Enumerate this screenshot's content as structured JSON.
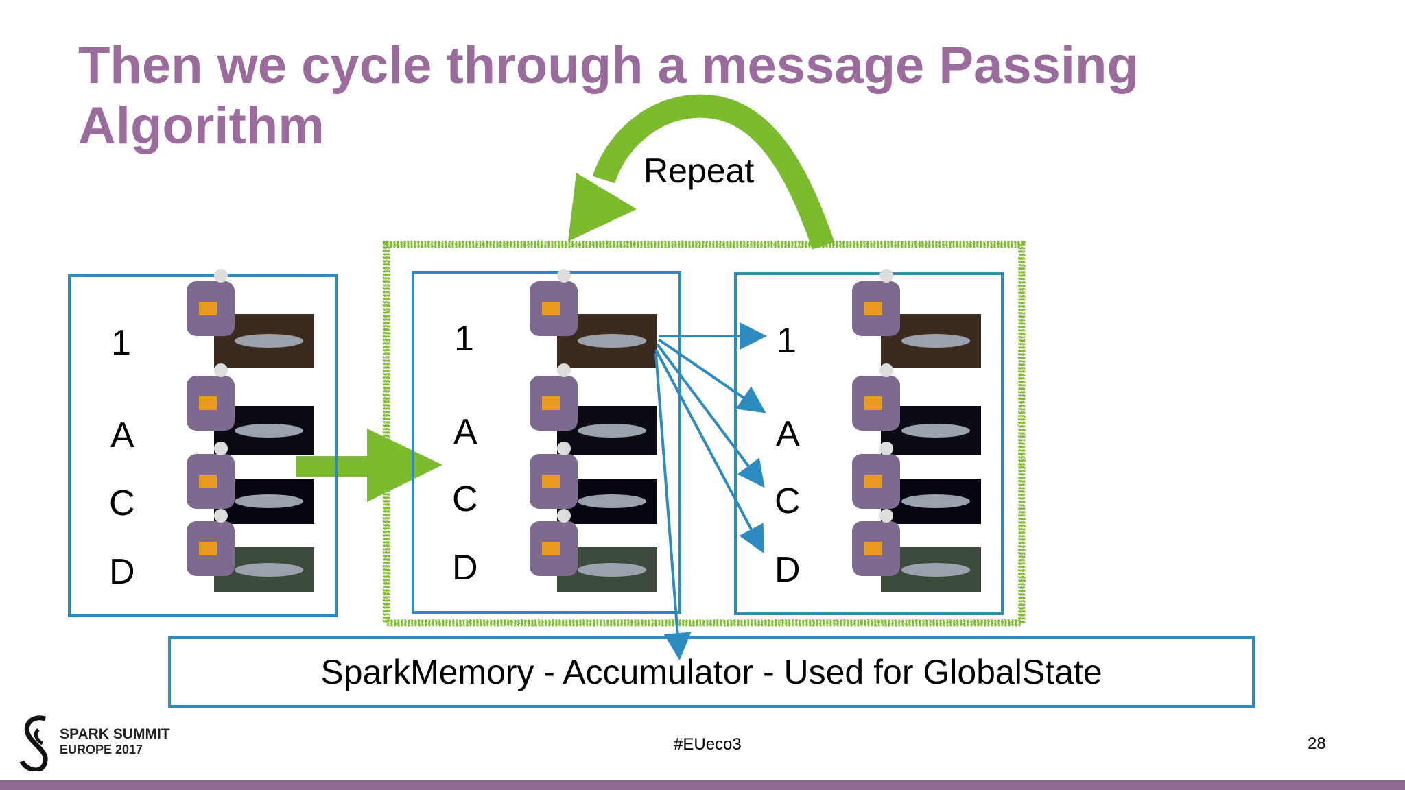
{
  "title": "Then we cycle through a message Passing Algorithm",
  "repeat_label": "Repeat",
  "row_labels": [
    "1",
    "A",
    "C",
    "D"
  ],
  "accumulator_label": "SparkMemory - Accumulator - Used for GlobalState",
  "footer": {
    "hashtag": "#EUeco3",
    "page_number": "28",
    "logo_line1": "SPARK SUMMIT",
    "logo_line2": "EUROPE 2017"
  },
  "colors": {
    "title": "#9b6b9e",
    "box_border": "#2e8bc0",
    "green_arrow": "#7dbb2e",
    "blue_arrow": "#2e8bc0",
    "bottom_bar": "#8e6a92"
  }
}
